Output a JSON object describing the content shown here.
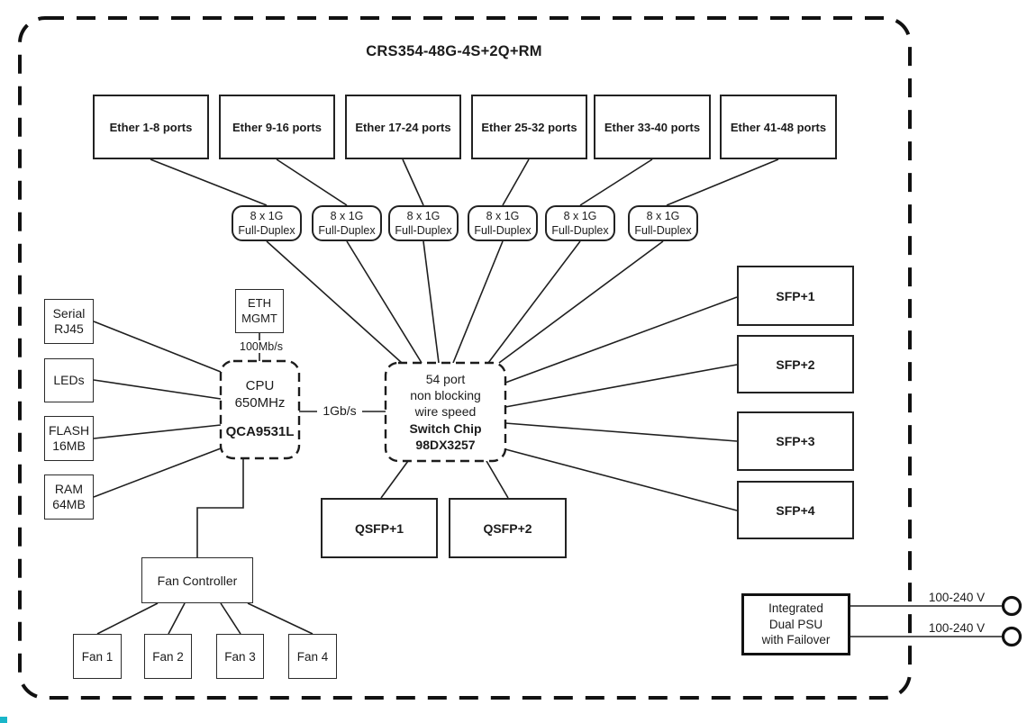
{
  "title": "CRS354-48G-4S+2Q+RM",
  "ether_ports": [
    {
      "label": "Ether 1-8 ports"
    },
    {
      "label": "Ether 9-16 ports"
    },
    {
      "label": "Ether 17-24 ports"
    },
    {
      "label": "Ether 25-32 ports"
    },
    {
      "label": "Ether 33-40 ports"
    },
    {
      "label": "Ether 41-48 ports"
    }
  ],
  "phy_groups": [
    {
      "label": "8 x 1G\nFull-Duplex"
    },
    {
      "label": "8 x 1G\nFull-Duplex"
    },
    {
      "label": "8 x 1G\nFull-Duplex"
    },
    {
      "label": "8 x 1G\nFull-Duplex"
    },
    {
      "label": "8 x 1G\nFull-Duplex"
    },
    {
      "label": "8 x 1G\nFull-Duplex"
    }
  ],
  "peripherals": [
    {
      "label": "Serial\nRJ45"
    },
    {
      "label": "LEDs"
    },
    {
      "label": "FLASH\n16MB"
    },
    {
      "label": "RAM\n64MB"
    }
  ],
  "eth_mgmt": {
    "label": "ETH\nMGMT",
    "link_speed": "100Mb/s"
  },
  "cpu": {
    "name": "CPU\n650MHz",
    "model": "QCA9531L",
    "link_speed": "1Gb/s"
  },
  "switch_chip": {
    "desc": "54 port\nnon blocking\nwire speed",
    "model": "Switch Chip\n98DX3257"
  },
  "sfp_ports": [
    {
      "label": "SFP+1"
    },
    {
      "label": "SFP+2"
    },
    {
      "label": "SFP+3"
    },
    {
      "label": "SFP+4"
    }
  ],
  "qsfp_ports": [
    {
      "label": "QSFP+1"
    },
    {
      "label": "QSFP+2"
    }
  ],
  "fan_controller": {
    "label": "Fan Controller"
  },
  "fans": [
    {
      "label": "Fan 1"
    },
    {
      "label": "Fan 2"
    },
    {
      "label": "Fan 3"
    },
    {
      "label": "Fan 4"
    }
  ],
  "psu": {
    "label": "Integrated\nDual PSU\nwith Failover",
    "inputs": [
      "100-240 V",
      "100-240 V"
    ]
  },
  "colors": {
    "line": "#1f1f1f",
    "background": "#ffffff"
  }
}
